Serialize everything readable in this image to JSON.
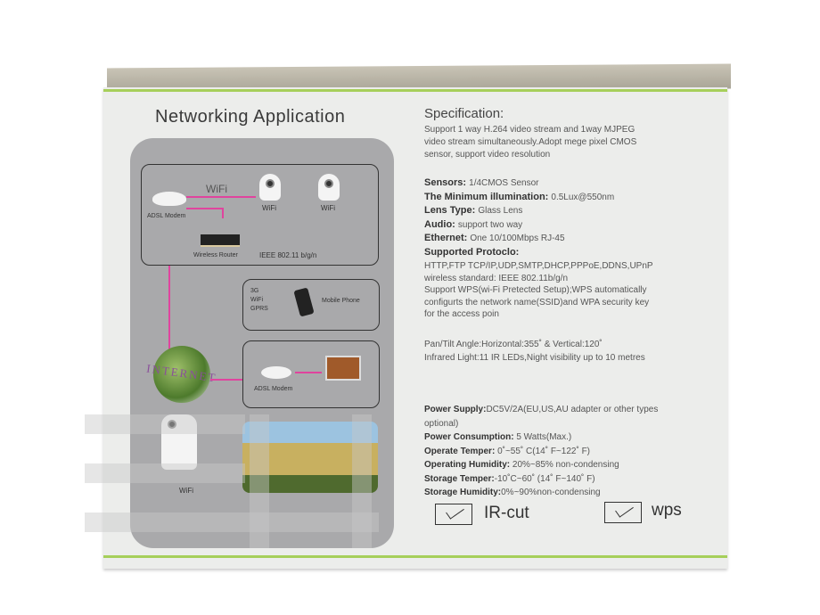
{
  "left": {
    "title": "Networking Application",
    "wifi_label": "WiFi",
    "adsl_modem": "ADSL Modem",
    "wireless_router": "Wireless Router",
    "camera_wifi_1": "WiFi",
    "camera_wifi_2": "WiFi",
    "ieee": "IEEE 802.11 b/g/n",
    "mobile_modes": [
      "3G",
      "WiFi",
      "GPRS"
    ],
    "mobile_phone": "Mobile Phone",
    "internet": "INTERNET",
    "adsl_modem_2": "ADSL Modem",
    "camera_wifi_3": "WiFi"
  },
  "spec": {
    "title": "Specification:",
    "intro": [
      "Support 1 way H.264 video stream and 1way MJPEG",
      "video stream simultaneously.Adopt mege pixel CMOS",
      "sensor, support video resolution"
    ],
    "items": [
      {
        "label": "Sensors:",
        "value": "1/4CMOS Sensor"
      },
      {
        "label": "The Minimum illumination:",
        "value": "0.5Lux@550nm"
      },
      {
        "label": "Lens Type:",
        "value": "Glass Lens"
      },
      {
        "label": "Audio:",
        "value": "support two way"
      },
      {
        "label": "Ethernet:",
        "value": "One 10/100Mbps RJ-45"
      }
    ],
    "protocol_label": "Supported Protoclo:",
    "protocol_lines": [
      "HTTP,FTP TCP/IP,UDP,SMTP,DHCP,PPPoE,DDNS,UPnP",
      "wireless standard: IEEE 802.11b/g/n",
      "Support WPS(wi-Fi Pretected Setup);WPS automatically",
      "configurts the network name(SSID)and WPA security key",
      "for the access poin"
    ],
    "pan_tilt": "Pan/Tilt Angle:Horizontal:355˚ & Vertical:120˚",
    "infrared": "Infrared Light:11 IR LEDs,Night visibility up to 10 metres",
    "power": [
      {
        "label": "Power  Supply:",
        "value": "DC5V/2A(EU,US,AU adapter or other types"
      },
      {
        "label": "",
        "value": "optional)"
      },
      {
        "label": "Power Consumption:",
        "value": " 5 Watts(Max.)"
      },
      {
        "label": "Operate Temper:",
        "value": " 0˚~55˚ C(14˚ F~122˚ F)"
      },
      {
        "label": "Operating Humidity:",
        "value": " 20%~85% non-condensing"
      },
      {
        "label": "Storage Temper:",
        "value": "-10˚C~60˚ (14˚ F~140˚ F)"
      },
      {
        "label": "Storage Humidity:",
        "value": "0%~90%non-condensing"
      }
    ],
    "features": [
      "IR-cut",
      "wps"
    ]
  }
}
